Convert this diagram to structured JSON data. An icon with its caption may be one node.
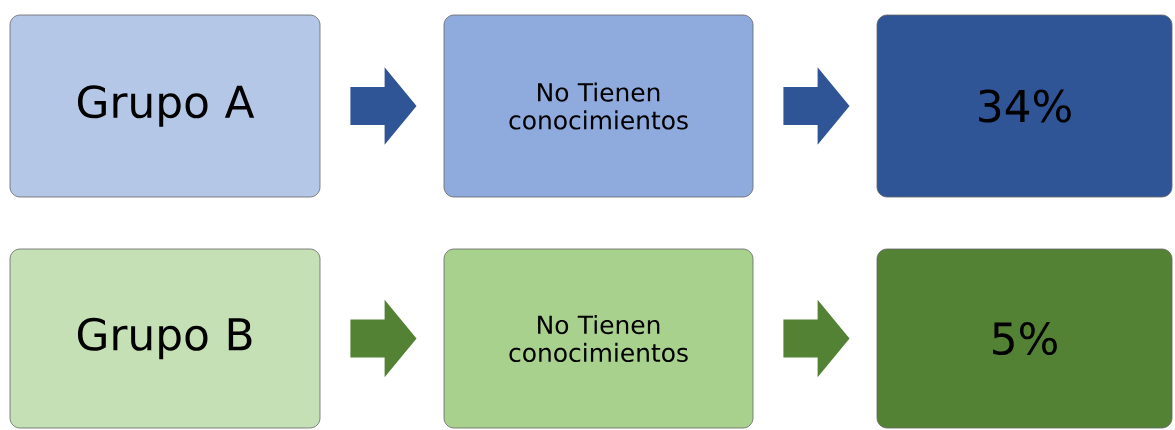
{
  "diagram": {
    "nodes": [
      {
        "text": [
          "Grupo A"
        ]
      },
      {
        "text": [
          "No Tienen conocimientos"
        ]
      },
      {
        "text": [
          "34%"
        ]
      },
      {
        "text": [
          "Grupo B"
        ]
      },
      {
        "text": [
          "No Tienen conocimientos"
        ]
      },
      {
        "text": [
          "5%"
        ]
      }
    ],
    "edges": [
      {
        "from": 0,
        "to": 1,
        "arrow": "to",
        "color": "#2f5597"
      },
      {
        "from": 1,
        "to": 2,
        "arrow": "to",
        "color": "#2f5597"
      },
      {
        "from": 3,
        "to": 4,
        "arrow": "to",
        "color": "#548235"
      },
      {
        "from": 4,
        "to": 5,
        "arrow": "to",
        "color": "#548235"
      }
    ]
  }
}
